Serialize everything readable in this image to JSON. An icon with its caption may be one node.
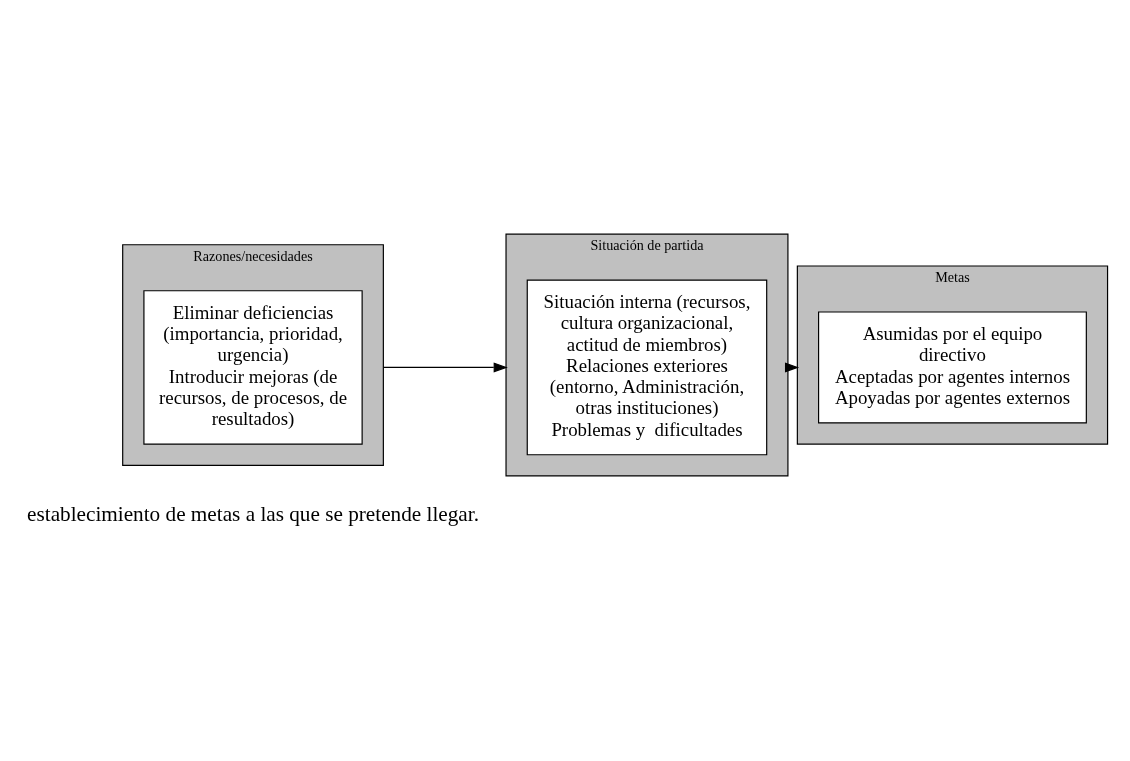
{
  "diagram": {
    "nodes": [
      {
        "text": [
          "Razones/necesidades"
        ]
      },
      {
        "text": [
          "Eliminar deficiencias (importancia, prioridad, urgencia)",
          "Introducir mejoras (de recursos, de procesos, de resultados)"
        ],
        "in": 0
      },
      {
        "text": [
          "Situación de partida"
        ]
      },
      {
        "text": [
          "Situación interna (recursos, cultura organizacional, actitud de miembros)",
          "Relaciones exteriores (entorno, Administración, otras instituciones)",
          "Problemas y  dificultades"
        ],
        "in": 2
      },
      {
        "text": [
          "Metas"
        ]
      },
      {
        "text": [
          "Asumidas por el equipo directivo",
          "Aceptadas por agentes internos",
          "Apoyadas por agentes externos"
        ],
        "in": 4
      }
    ],
    "edges": [
      {
        "from": 0,
        "to": 2,
        "arrow": "to"
      },
      {
        "from": 2,
        "to": 4,
        "arrow": "to"
      }
    ],
    "labels": [
      "establecimiento de metas a las que se pretende llegar."
    ]
  }
}
